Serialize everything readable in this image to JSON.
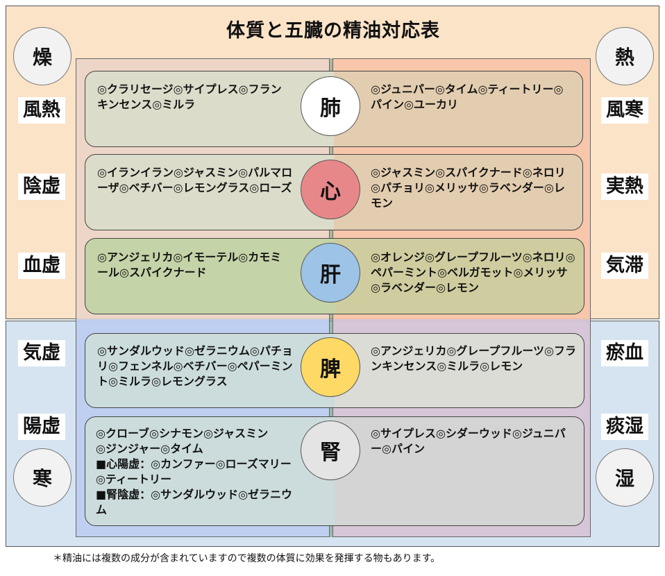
{
  "title": "体質と五臓の精油対応表",
  "corners": {
    "top_left": "燥",
    "top_right": "熱",
    "bottom_left": "寒",
    "bottom_right": "湿"
  },
  "left_labels": [
    "風熱",
    "陰虚",
    "血虚",
    "気虚",
    "陽虚"
  ],
  "right_labels": [
    "風寒",
    "実熱",
    "気滞",
    "瘀血",
    "痰湿"
  ],
  "organs": [
    "肺",
    "心",
    "肝",
    "脾",
    "腎"
  ],
  "rows": [
    {
      "left": "◎クラリセージ◎サイプレス◎フランキンセンス◎ミルラ",
      "right": "◎ジュニパー◎タイム◎ティートリー◎パイン◎ユーカリ"
    },
    {
      "left": "◎イランイラン◎ジャスミン◎パルマローザ◎ベチバー◎レモングラス◎ローズ",
      "right": "◎ジャスミン◎スパイクナード◎ネロリ◎パチョリ◎メリッサ◎ラベンダー◎レモン"
    },
    {
      "left": "◎アンジェリカ◎イモーテル◎カモミール◎スパイクナード",
      "right": "◎オレンジ◎グレープフルーツ◎ネロリ◎ペパーミント◎ベルガモット◎メリッサ◎ラベンダー◎レモン"
    },
    {
      "left": "◎サンダルウッド◎ゼラニウム◎パチョリ◎フェンネル◎ベチバー◎ペパーミント◎ミルラ◎レモングラス",
      "right": "◎アンジェリカ◎グレープフルーツ◎フランキンセンス◎ミルラ◎レモン"
    },
    {
      "left_lines": [
        "◎クローブ◎シナモン◎ジャスミン",
        "◎ジンジャー◎タイム",
        "■心陽虚：◎カンファー◎ローズマリー◎ティートリー",
        "■腎陰虚：◎サンダルウッド◎ゼラニウム"
      ],
      "right": "◎サイプレス◎シダーウッド◎ジュニパー◎パイン"
    }
  ],
  "note": "＊精油には複数の成分が含まれていますので複数の体質に効果を発揮する物もあります。",
  "colors": {
    "lung": "#ffffff",
    "heart": "#e8878a",
    "liver": "#9dc3e6",
    "spleen": "#ffd966",
    "kidney": "#e4e4e4"
  }
}
